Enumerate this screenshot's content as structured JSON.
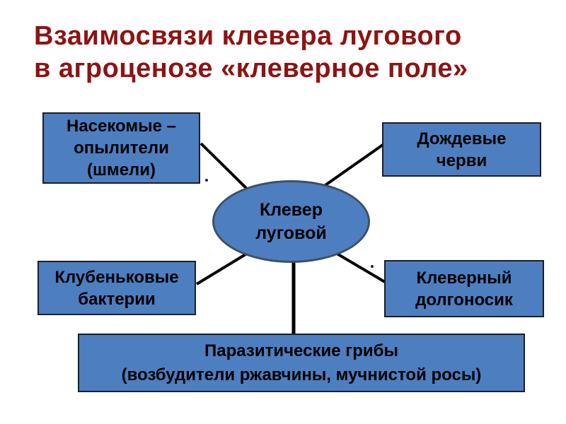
{
  "title": {
    "line1": "Взаимосвязи клевера лугового",
    "line2": "в агроценозе «клеверное поле»"
  },
  "palette": {
    "background": "#ffffff",
    "title_color": "#8c1412",
    "node_fill": "#4d7ec0",
    "node_border": "#1b1e26",
    "ellipse_border": "#3c5068",
    "node_text_color": "#000000",
    "connector_color": "#000000"
  },
  "diagram": {
    "center": {
      "label": "Клевер\nлуговой"
    },
    "top_left": {
      "label": "Насекомые –\nопылители\n(шмели)"
    },
    "top_right": {
      "label": "Дождевые\nчерви"
    },
    "bottom_left": {
      "label": "Клубеньковые\nбактерии"
    },
    "bottom_right": {
      "label": "Клеверный\nдолгоносик"
    },
    "bottom": {
      "label": "Паразитические грибы\n(возбудители ржавчины, мучнистой росы)"
    }
  }
}
